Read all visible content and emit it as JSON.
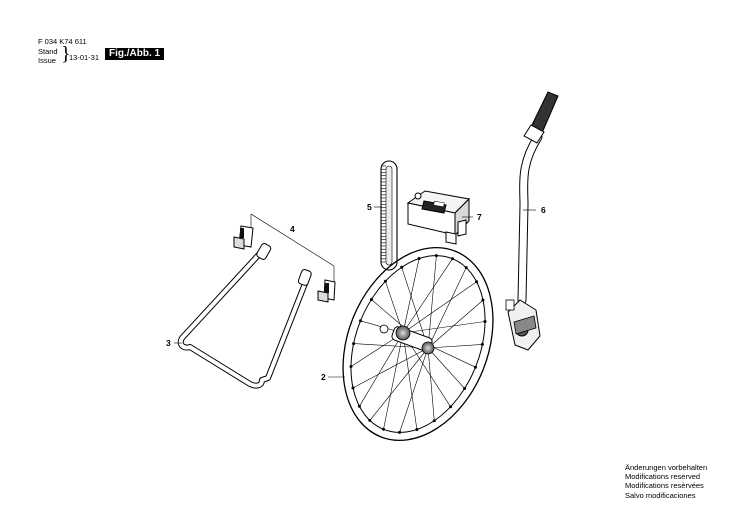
{
  "header": {
    "part_number": "F 034 K74 611",
    "stand_label": "Stand",
    "issue_label": "Issue",
    "date": "13-01-31",
    "figure_label": "Fig./Abb. 1"
  },
  "callouts": [
    {
      "id": "2",
      "label": "2"
    },
    {
      "id": "3",
      "label": "3"
    },
    {
      "id": "4",
      "label": "4"
    },
    {
      "id": "5",
      "label": "5"
    },
    {
      "id": "6",
      "label": "6"
    },
    {
      "id": "7",
      "label": "7"
    }
  ],
  "parts": [
    {
      "callout": "2",
      "icon": "wheel-icon"
    },
    {
      "callout": "3",
      "icon": "stand-bracket-icon"
    },
    {
      "callout": "4",
      "icon": "mounting-clips-icon"
    },
    {
      "callout": "5",
      "icon": "belt-icon"
    },
    {
      "callout": "6",
      "icon": "handle-icon"
    },
    {
      "callout": "7",
      "icon": "counter-icon"
    }
  ],
  "notes": [
    "Änderungen vorbehalten",
    "Modifications reserved",
    "Modifications resèrvées",
    "Salvo modificaciones"
  ]
}
